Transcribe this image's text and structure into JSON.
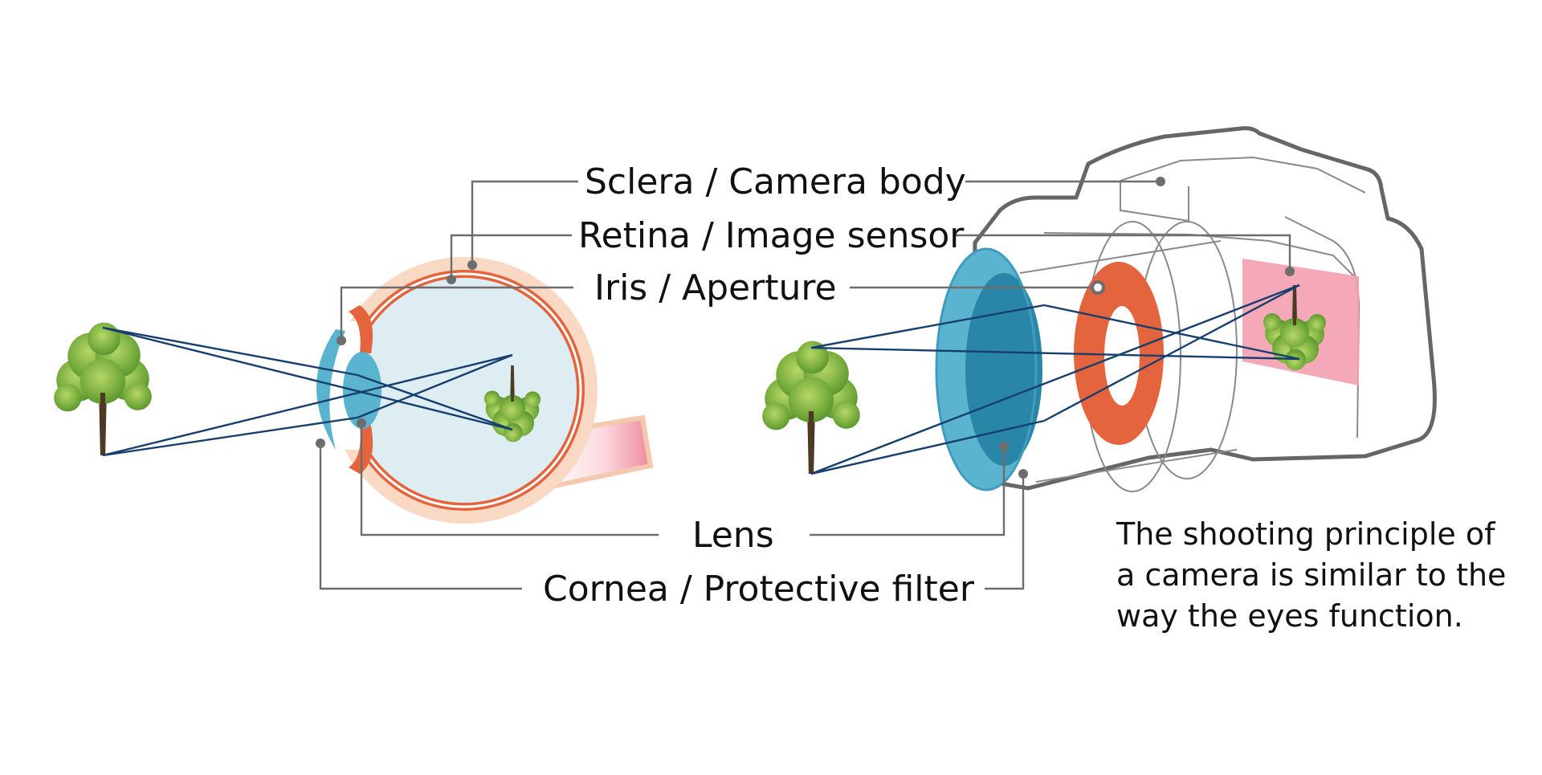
{
  "labels": {
    "sclera": "Sclera / Camera body",
    "retina": "Retina / Image sensor",
    "iris": "Iris / Aperture",
    "lens": "Lens",
    "cornea": "Cornea / Protective filter"
  },
  "caption": {
    "line1": "The shooting principle of",
    "line2": "a camera is similar to the",
    "line3": "way the eyes function."
  },
  "colors": {
    "leader_line": "#6d6d6d",
    "ray": "#173f6e",
    "sclera_outer": "#f9d9c4",
    "eye_wall": "#e4643e",
    "eye_interior": "#ddedf2",
    "lens_blue": "#5bb4cf",
    "lens_dark": "#2a86a8",
    "aperture": "#e4643e",
    "sensor": "#f39fb0",
    "camera_outline": "#666666",
    "tree_leaf": "#7fb341",
    "tree_trunk": "#4d3a25"
  },
  "icons": [
    "tree-icon",
    "eye-icon",
    "camera-icon"
  ]
}
